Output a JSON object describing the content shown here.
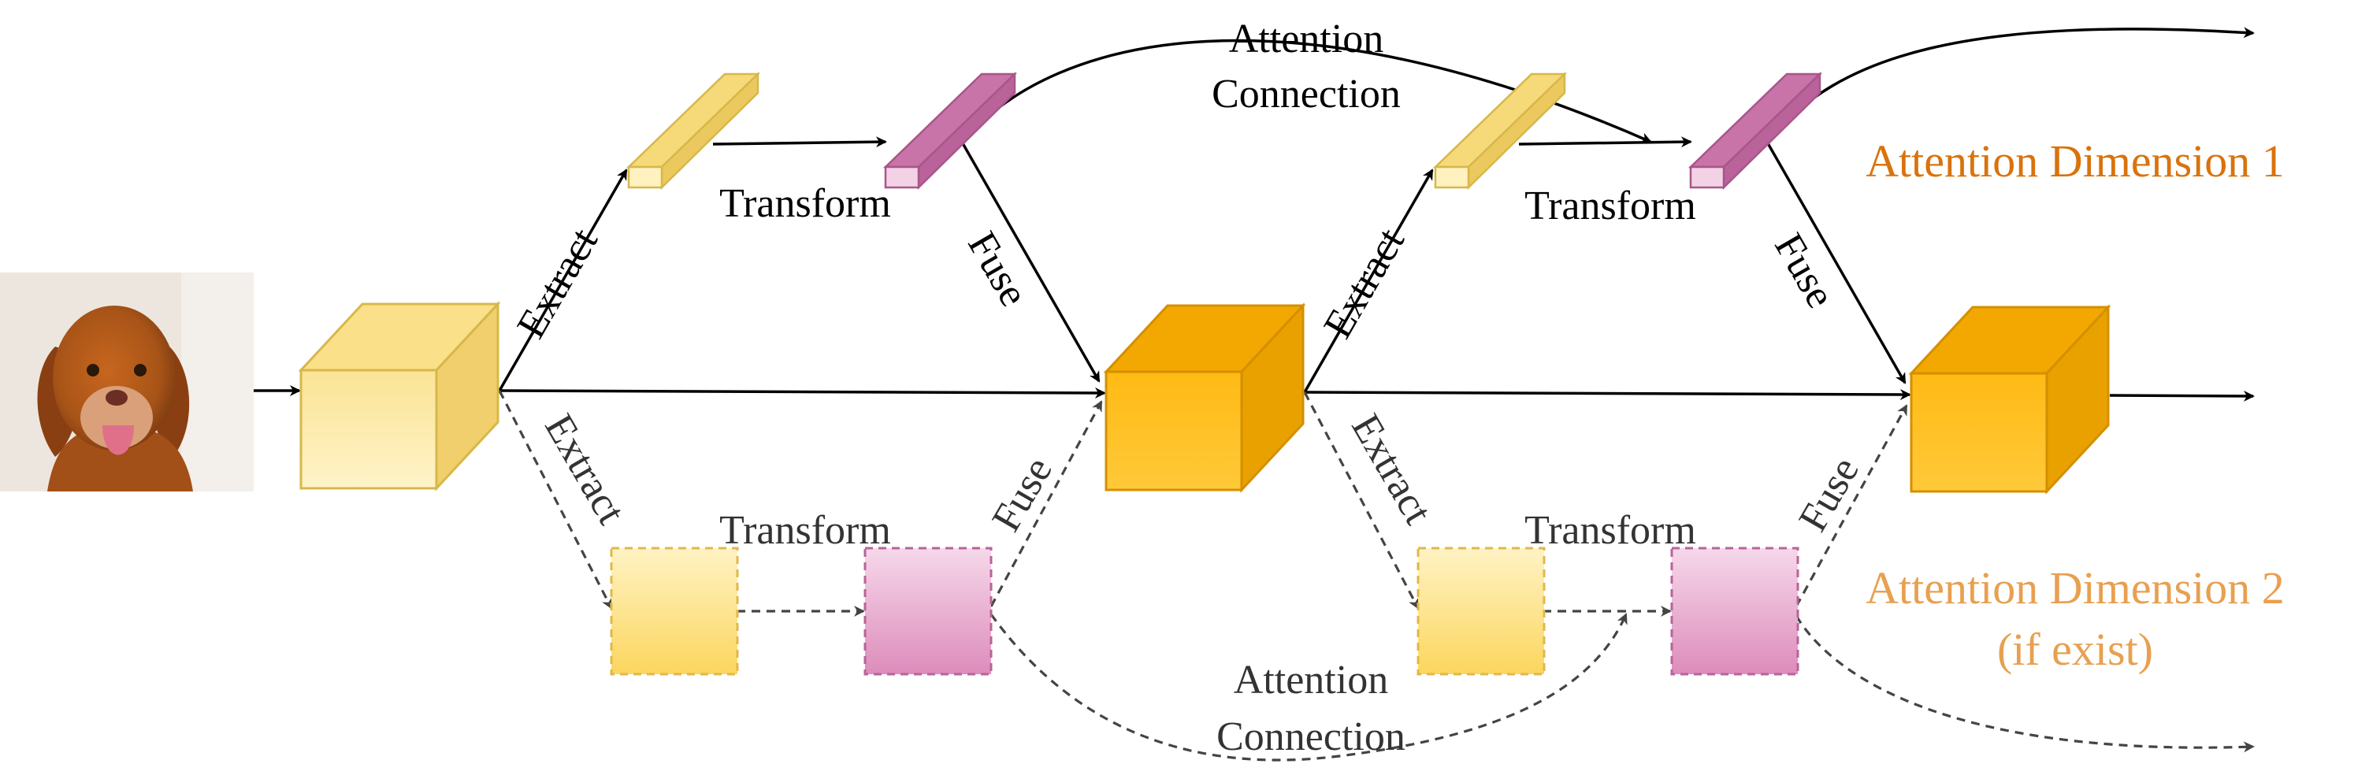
{
  "labels": {
    "extract": "Extract",
    "transform": "Transform",
    "fuse": "Fuse",
    "attention_connection_line1": "Attention",
    "attention_connection_line2": "Connection",
    "attention_dimension_1": "Attention Dimension 1",
    "attention_dimension_2_line1": "Attention Dimension 2",
    "attention_dimension_2_line2": "(if exist)"
  },
  "colors": {
    "dimension_1_text": "#d9730d",
    "dimension_2_text": "#e8a050",
    "light_yellow": "#fce8a0",
    "orange": "#f5a800",
    "pink": "#e6a2c8",
    "solid_arrow": "#000000",
    "dashed_arrow": "#444444"
  },
  "icons": {
    "input_image": "dog-photo"
  }
}
